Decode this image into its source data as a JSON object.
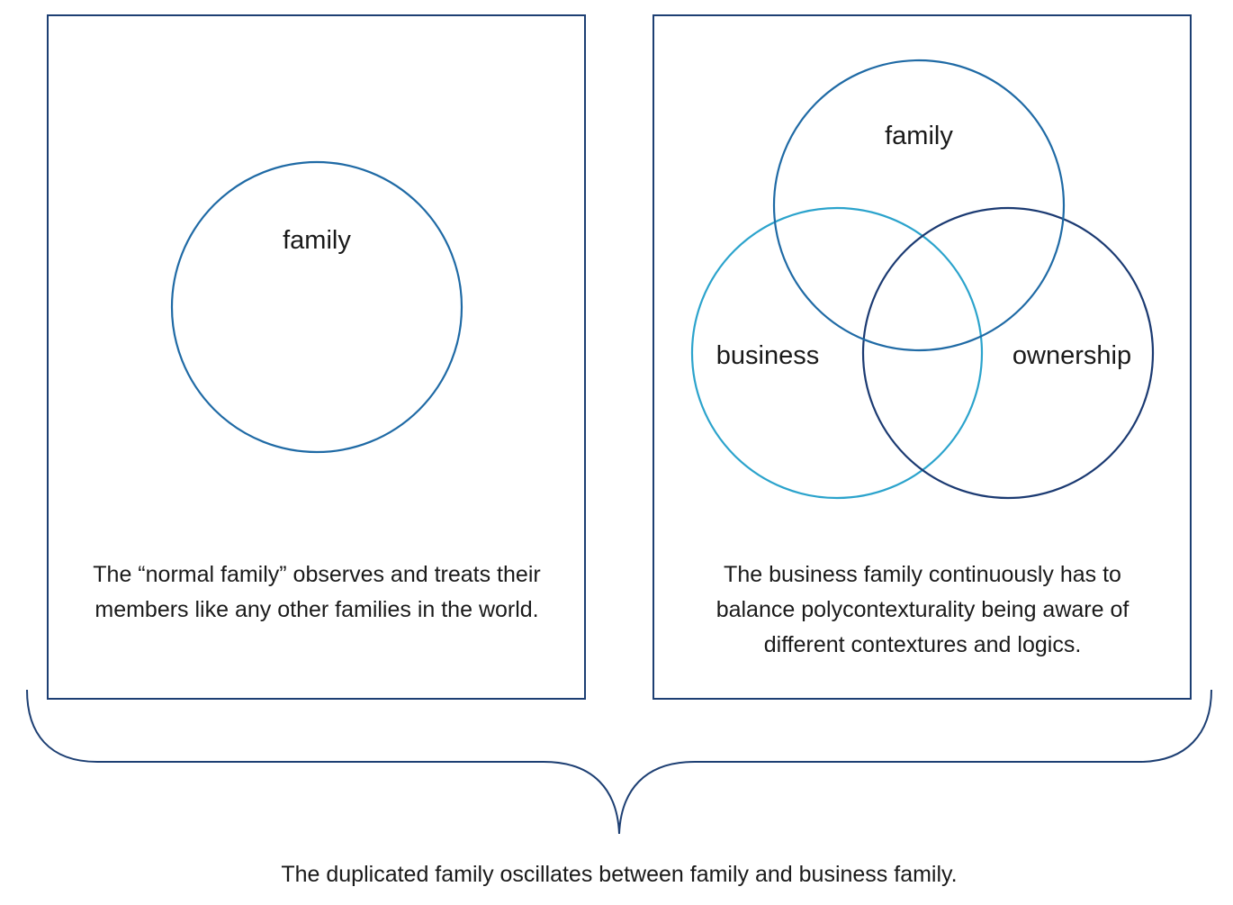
{
  "colors": {
    "frame": "#1d3f73",
    "family_circle": "#1f6aa5",
    "business_circle": "#2ba3cc",
    "ownership_circle": "#1b3a72",
    "brace": "#1d3f73",
    "text": "#1a1a1a"
  },
  "left_panel": {
    "circle_label": "family",
    "caption_line1": "The “normal family” observes and treats their",
    "caption_line2": "members like any other families in the world."
  },
  "right_panel": {
    "labels": {
      "family": "family",
      "business": "business",
      "ownership": "ownership"
    },
    "caption_line1": "The business family continuously has to",
    "caption_line2": "balance polycontexturality being aware of",
    "caption_line3": "different contextures and logics."
  },
  "bottom_caption": "The duplicated family oscillates between family and business family."
}
